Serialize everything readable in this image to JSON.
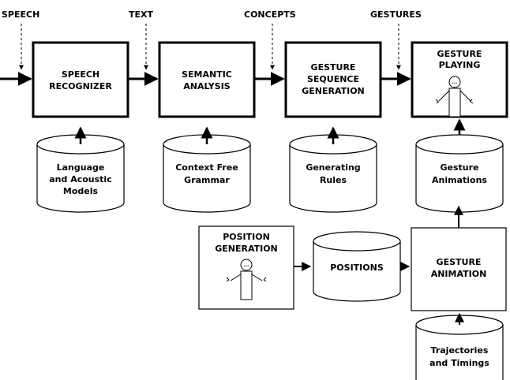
{
  "top_labels": {
    "speech": "SPEECH",
    "text": "TEXT",
    "concepts": "CONCEPTS",
    "gestures": "GESTURES"
  },
  "boxes": {
    "speech_recognizer": [
      "SPEECH",
      "RECOGNIZER"
    ],
    "semantic_analysis": [
      "SEMANTIC",
      "ANALYSIS"
    ],
    "gesture_sequence_generation": [
      "GESTURE",
      "SEQUENCE",
      "GENERATION"
    ],
    "gesture_playing": [
      "GESTURE",
      "PLAYING"
    ],
    "position_generation": [
      "POSITION",
      "GENERATION"
    ],
    "gesture_animation": [
      "GESTURE",
      "ANIMATION"
    ]
  },
  "stores": {
    "language_models": [
      "Language",
      "and Acoustic",
      "Models"
    ],
    "context_free_grammar": [
      "Context Free",
      "Grammar"
    ],
    "generating_rules": [
      "Generating",
      "Rules"
    ],
    "gesture_animations": [
      "Gesture",
      "Animations"
    ],
    "positions": [
      "POSITIONS"
    ],
    "trajectories_timings": [
      "Trajectories",
      "and Timings"
    ]
  },
  "figure_icon": {
    "face_eyes": "..."
  }
}
